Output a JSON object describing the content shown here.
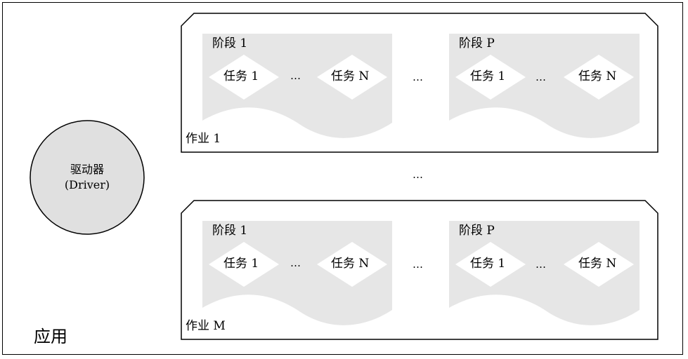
{
  "app": {
    "label": "应用"
  },
  "driver": {
    "line1": "驱动器",
    "line2": "(Driver)"
  },
  "ellipsis": "…",
  "jobs": [
    {
      "label": "作业 1",
      "stages": [
        {
          "label": "阶段 1",
          "tasks": [
            "任务 1",
            "任务 N"
          ]
        },
        {
          "label": "阶段 P",
          "tasks": [
            "任务 1",
            "任务 N"
          ]
        }
      ]
    },
    {
      "label": "作业 M",
      "stages": [
        {
          "label": "阶段 1",
          "tasks": [
            "任务 1",
            "任务 N"
          ]
        },
        {
          "label": "阶段 P",
          "tasks": [
            "任务 1",
            "任务 N"
          ]
        }
      ]
    }
  ],
  "colors": {
    "stage_fill": "#e6e6e6",
    "driver_fill": "#e0e0e0",
    "line": "#000000"
  }
}
